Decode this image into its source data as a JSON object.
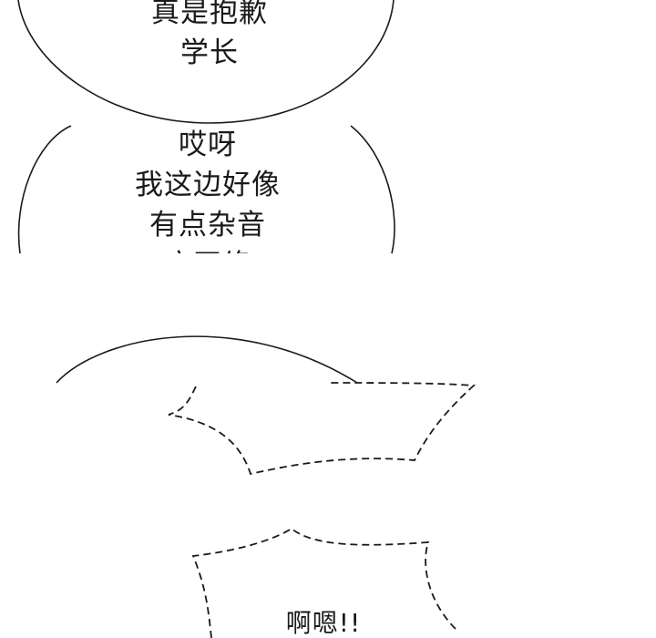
{
  "panels": {
    "top": {
      "bubble_1": {
        "lines": [
          "真是抱歉",
          "学长"
        ]
      },
      "bubble_2": {
        "lines": [
          "哎呀",
          "我这边好像",
          "有点杂音",
          "麻网络"
        ]
      }
    },
    "bottom": {
      "shout_bubble_text": "啊嗯!!"
    }
  },
  "colors": {
    "ink": "#1a1a1a",
    "paper": "#ffffff"
  }
}
